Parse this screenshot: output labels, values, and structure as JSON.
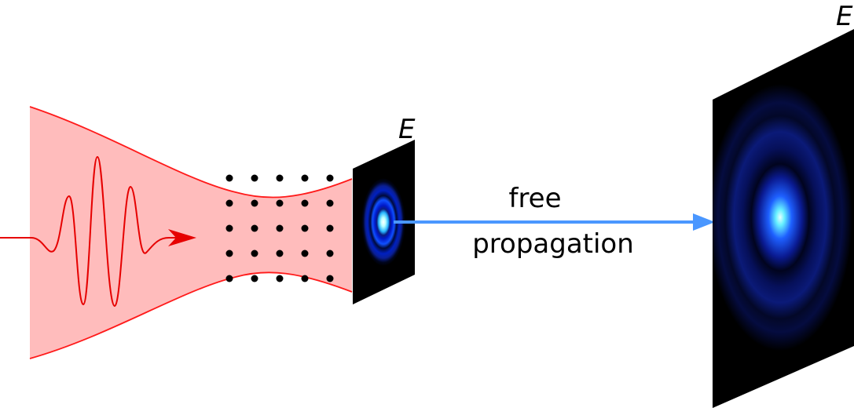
{
  "labels": {
    "near_screen": "E",
    "far_screen": "E",
    "propagation_line1": "free",
    "propagation_line2": "propagation"
  },
  "colors": {
    "beam_fill": "#ffbcbc",
    "beam_edge": "#ff1a1a",
    "pulse": "#e60000",
    "atoms": "#000000",
    "arrow": "#4a97ff",
    "screen_background": "#000000",
    "ring_blue": "#1e3cff",
    "core_cyan": "#66f6ff"
  },
  "icons": {
    "pulse": "laser-pulse-waveform",
    "atoms": "atom-dot-grid",
    "arrow": "propagation-arrow"
  }
}
